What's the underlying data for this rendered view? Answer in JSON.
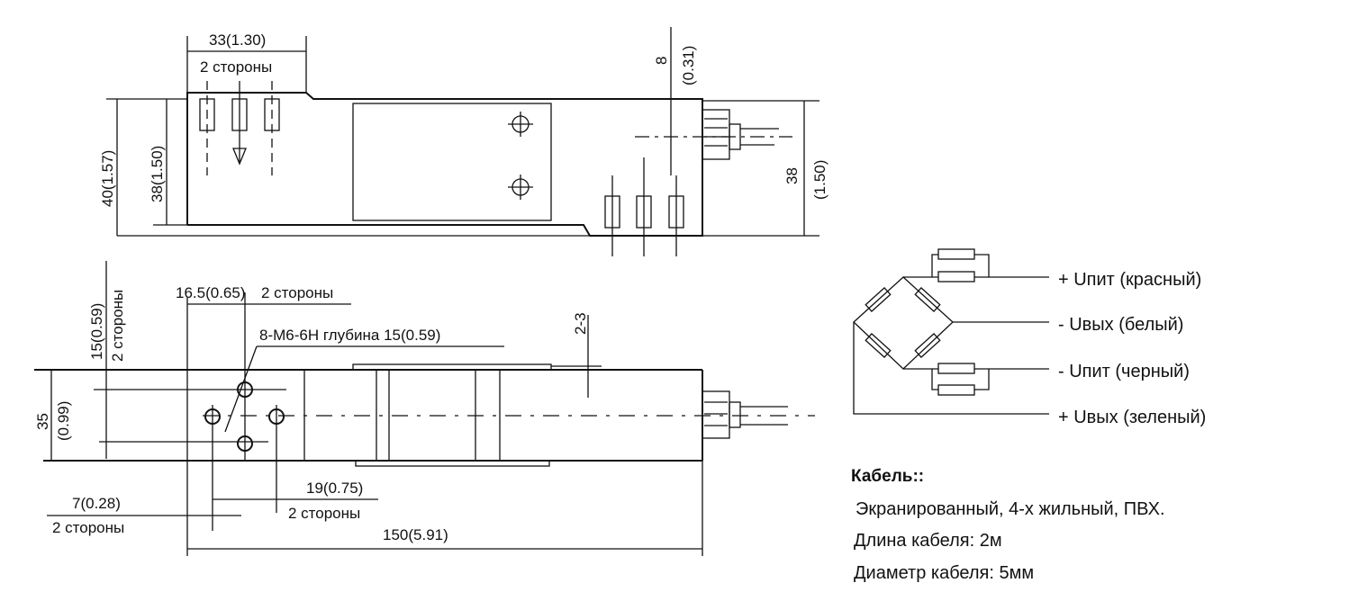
{
  "top_view": {
    "dim_width_top": "33(1.30)",
    "dim_width_top_note": "2 стороны",
    "dim_height_40": "40(1.57)",
    "dim_height_38_left": "38(1.50)",
    "dim_8": "8",
    "dim_8_in": "(0.31)",
    "dim_38_right": "38",
    "dim_38_right_in": "(1.50)"
  },
  "bottom_view": {
    "dim_15": "15(0.59)",
    "dim_15_note": "2 стороны",
    "dim_16_5": "16.5(0.65)",
    "dim_16_5_note": "2 стороны",
    "thread_note": "8-M6-6H глубина 15(0.59)",
    "dim_2_3": "2-3",
    "dim_35": "35",
    "dim_35_in": "(0.99)",
    "dim_7": "7(0.28)",
    "dim_7_note": "2 стороны",
    "dim_19": "19(0.75)",
    "dim_19_note": "2 стороны",
    "dim_150": "150(5.91)"
  },
  "wiring": {
    "wires": [
      "+ Uпит (красный)",
      "-  Uвых (белый)",
      "-  Uпит (черный)",
      "+  Uвых (зеленый)"
    ]
  },
  "cable": {
    "title": "Кабель::",
    "lines": [
      "Экранированный, 4-х жильный, ПВХ.",
      "Длина кабеля: 2м",
      "Диаметр кабеля:  5мм"
    ]
  }
}
